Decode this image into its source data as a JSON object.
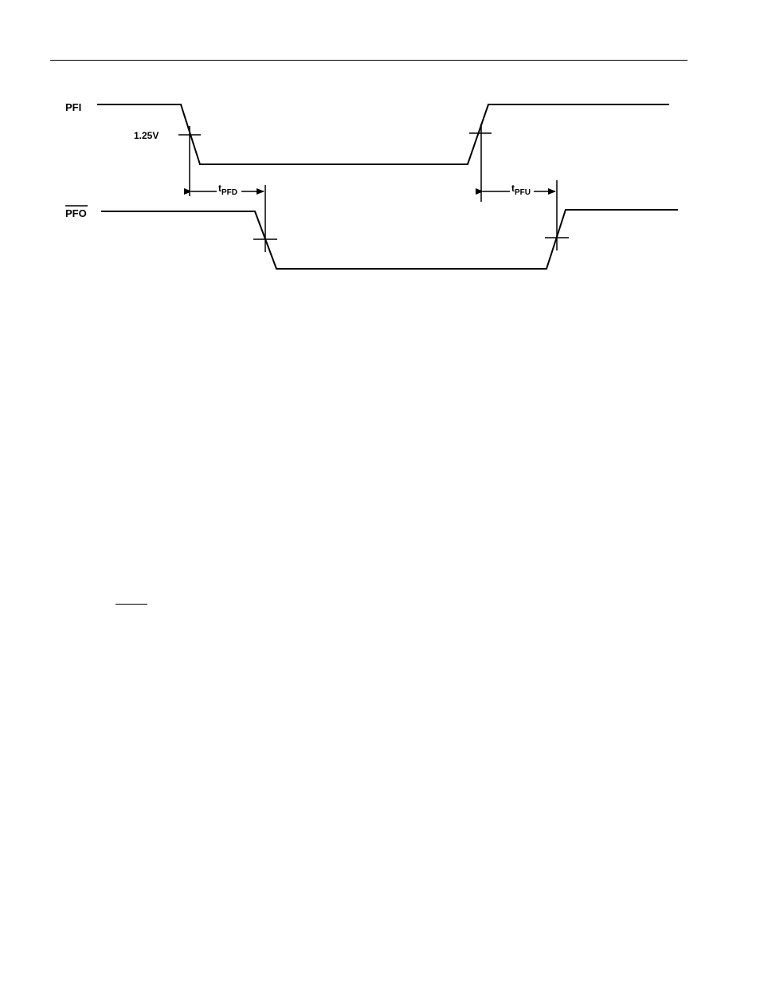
{
  "diagram": {
    "signals": {
      "pfi_label": "PFI",
      "pfo_label": "PFO"
    },
    "threshold_label": "1.25V",
    "timing": {
      "fall_delay": {
        "t": "t",
        "sub": "PFD"
      },
      "rise_delay": {
        "t": "t",
        "sub": "PFU"
      }
    }
  },
  "colors": {
    "ink": "#000000",
    "paper": "#ffffff"
  }
}
